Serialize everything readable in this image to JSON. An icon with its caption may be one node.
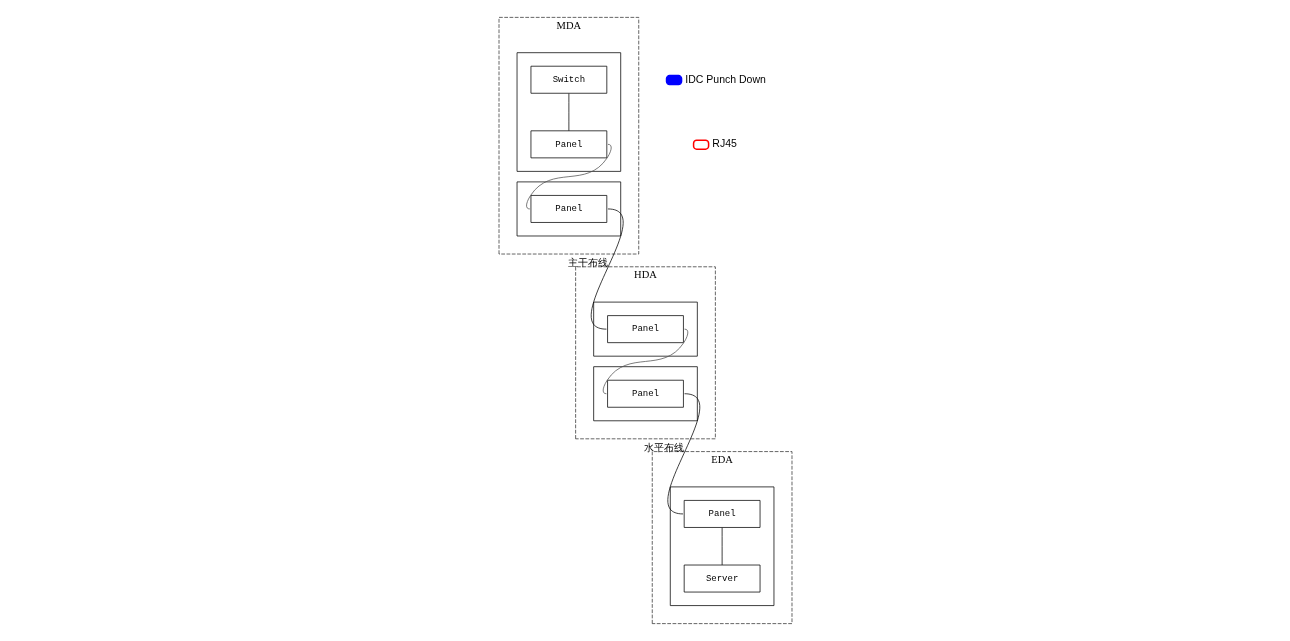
{
  "diagram": {
    "nodes": [
      {
        "text": [
          "MDA"
        ]
      },
      {
        "text": [],
        "shape": "box",
        "in": 0
      },
      {
        "text": [
          "Switch"
        ],
        "in": 1
      },
      {
        "text": [
          "Panel"
        ],
        "in": 1
      },
      {
        "text": [],
        "shape": "box",
        "in": 0
      },
      {
        "text": [
          "Panel"
        ],
        "in": 4
      },
      {
        "text": [
          "HDA"
        ]
      },
      {
        "text": [],
        "shape": "box",
        "in": 6
      },
      {
        "text": [
          "Panel"
        ],
        "in": 7
      },
      {
        "text": [],
        "shape": "box",
        "in": 6
      },
      {
        "text": [
          "Panel"
        ],
        "in": 9
      },
      {
        "text": [
          "EDA"
        ]
      },
      {
        "text": [],
        "shape": "box",
        "in": 11
      },
      {
        "text": [
          "Panel"
        ],
        "in": 12
      },
      {
        "text": [
          "Server"
        ],
        "in": 12
      }
    ],
    "edges": [
      {
        "from": 2,
        "to": 3,
        "arrow": "none"
      },
      {
        "from": 3,
        "to": 5,
        "arrow": "none",
        "color": "#505050"
      },
      {
        "from": 5,
        "to": 8,
        "arrow": "none",
        "label": "主干布线"
      },
      {
        "from": 8,
        "to": 10,
        "arrow": "none",
        "color": "#505050"
      },
      {
        "from": 10,
        "to": 13,
        "arrow": "none",
        "label": "水平布线"
      },
      {
        "from": 13,
        "to": 14,
        "arrow": "none"
      }
    ],
    "legend": [
      {
        "text": "IDC Punch Down",
        "color": "#0000ff"
      },
      {
        "text": "RJ45",
        "color": "#ff0000"
      }
    ]
  }
}
